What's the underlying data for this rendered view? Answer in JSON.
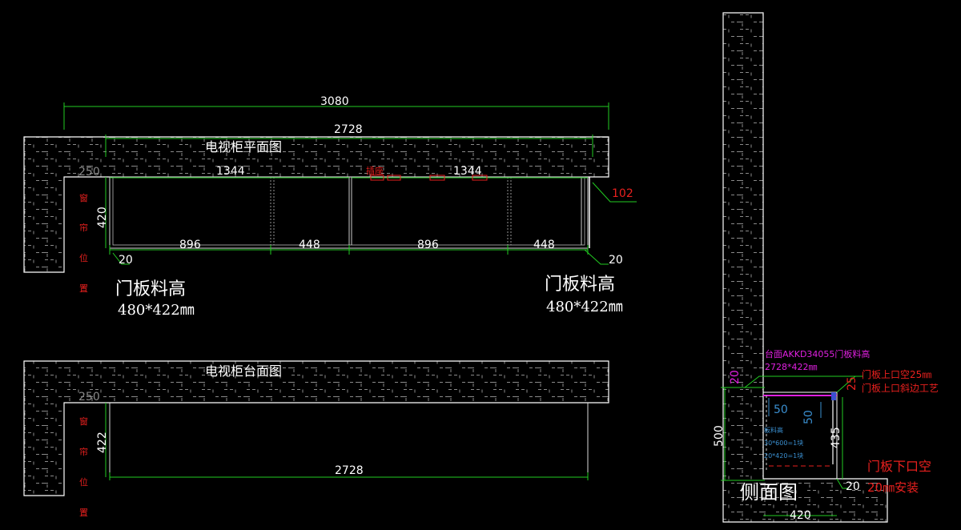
{
  "colors": {
    "background": "#000000",
    "wall": "#ffffff",
    "hatch": "#8a8a8a",
    "dimension": "#22cc22",
    "dimension_text": "#ffffff",
    "socket": "#e8201e",
    "magenta": "#e020e0",
    "blue_dim": "#3a8fd0",
    "cabinet_div": "#bbbbbb"
  },
  "plan_view": {
    "title": "电视柜平面图",
    "overall": "3080",
    "inner": "2728",
    "wall_depth": "250",
    "socket_label": "插座",
    "seg_top_left": "1344",
    "seg_top_right": "1344",
    "depth": "420",
    "segments": [
      "896",
      "448",
      "896",
      "448"
    ],
    "gap_left": "20",
    "gap_right": "20",
    "side_offset": "102",
    "window_text": [
      "窗",
      "帘",
      "位",
      "置"
    ],
    "door_left_title": "门板料高",
    "door_left_size": "480*422㎜",
    "door_right_title": "门板料高",
    "door_right_size": "480*422㎜"
  },
  "top_view": {
    "title": "电视柜台面图",
    "wall_depth": "250",
    "depth": "422",
    "length": "2728",
    "window_text": [
      "窗",
      "帘",
      "位",
      "置"
    ]
  },
  "side_view": {
    "title": "侧面图",
    "note_magenta_1": "台面AKKD34055门板料高",
    "note_magenta_2": "2728*422㎜",
    "dim_20_top": "20",
    "dim_25": "25",
    "note_red_1": "门板上口空25㎜",
    "note_red_2": "门板上口斜边工艺",
    "dim_50_a": "50",
    "dim_50_b": "50",
    "height": "500",
    "inner_height": "435",
    "inner_notes": [
      "板料高",
      "30*600=1块",
      "20*420=1块"
    ],
    "note_bottom_1": "门板下口空",
    "note_bottom_2": "20㎜安装",
    "dim_20_bottom": "20",
    "width": "420"
  }
}
